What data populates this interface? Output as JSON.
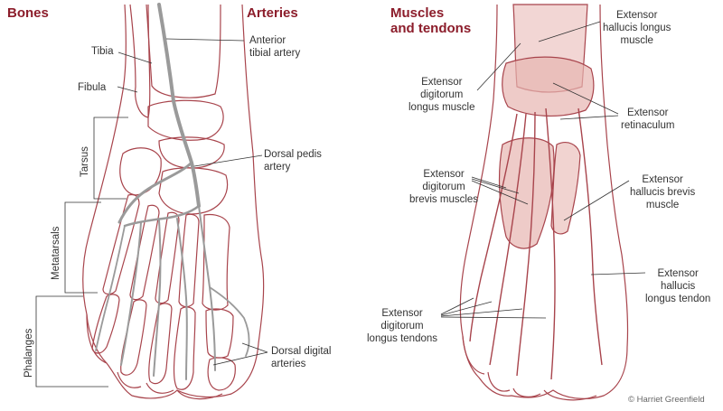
{
  "headings": {
    "bones": "Bones",
    "arteries": "Arteries",
    "muscles_line1": "Muscles",
    "muscles_line2": "and tendons"
  },
  "left_labels": {
    "tibia": "Tibia",
    "fibula": "Fibula",
    "tarsus": "Tarsus",
    "metatarsals": "Metatarsals",
    "phalanges": "Phalanges",
    "anterior_tibial_artery": [
      "Anterior",
      "tibial artery"
    ],
    "dorsal_pedis_artery": [
      "Dorsal pedis",
      "artery"
    ],
    "dorsal_digital_arteries": [
      "Dorsal digital",
      "arteries"
    ]
  },
  "right_labels": {
    "ext_hallucis_longus_muscle": [
      "Extensor",
      "hallucis longus",
      "muscle"
    ],
    "ext_digitorum_longus_muscle": [
      "Extensor",
      "digitorum",
      "longus muscle"
    ],
    "ext_retinaculum": [
      "Extensor",
      "retinaculum"
    ],
    "ext_digitorum_brevis_muscles": [
      "Extensor",
      "digitorum",
      "brevis muscles"
    ],
    "ext_hallucis_brevis_muscle": [
      "Extensor",
      "hallucis brevis",
      "muscle"
    ],
    "ext_hallucis_longus_tendon": [
      "Extensor",
      "hallucis",
      "longus tendon"
    ],
    "ext_digitorum_longus_tendons": [
      "Extensor",
      "digitorum",
      "longus tendons"
    ]
  },
  "credit": "© Harriet Greenfield",
  "colors": {
    "heading": "#8c1d2b",
    "outline": "#a8444c",
    "artery": "#9a9a9a",
    "muscle_fill": "#e7b5b0",
    "label_text": "#333333",
    "leader_line": "#333333"
  }
}
